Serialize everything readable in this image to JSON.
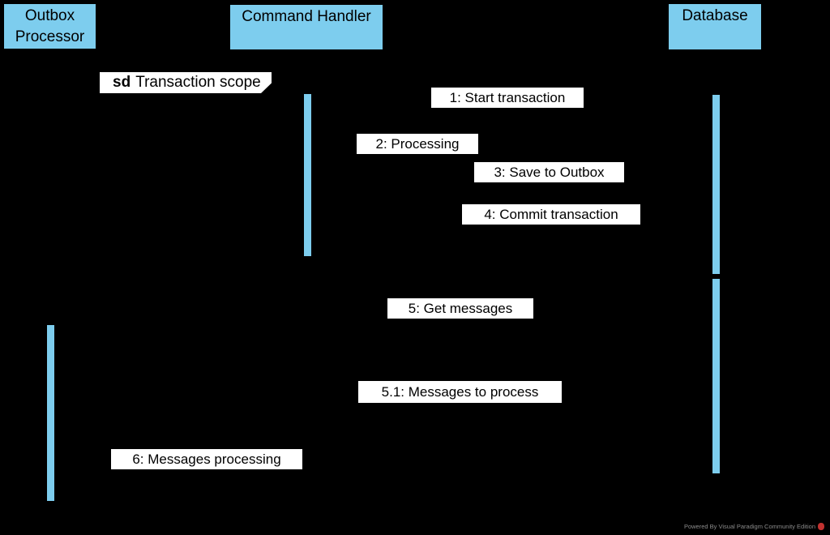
{
  "diagram": {
    "type": "uml-sequence-diagram",
    "fragment": {
      "keyword": "sd",
      "name": "Transaction scope"
    },
    "participants": [
      {
        "name": "Outbox Processor"
      },
      {
        "name": "Command Handler"
      },
      {
        "name": "Database"
      }
    ],
    "messages": [
      {
        "label": "1: Start transaction"
      },
      {
        "label": "2: Processing"
      },
      {
        "label": "3: Save to Outbox"
      },
      {
        "label": "4: Commit transaction"
      },
      {
        "label": "5: Get messages"
      },
      {
        "label": "5.1: Messages to process"
      },
      {
        "label": "6: Messages processing"
      }
    ],
    "colors": {
      "background": "#000000",
      "participant_fill": "#7DCDEE",
      "activation_fill": "#7DCDEE",
      "label_background": "#FFFFFF",
      "text": "#000000",
      "watermark_text": "#8B8B8B",
      "watermark_logo_red": "#C13230"
    },
    "watermark": {
      "text": "Powered By Visual Paradigm Community Edition"
    }
  }
}
